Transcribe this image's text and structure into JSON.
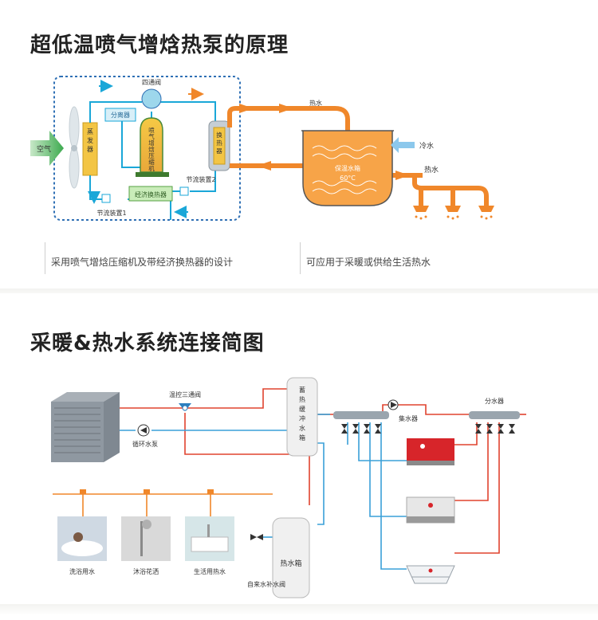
{
  "section1": {
    "title": "超低温喷气增焓热泵的原理",
    "labels": {
      "four_way_valve": "四通阀",
      "separator": "分离器",
      "compressor": "喷\n气\n增\n焓\n压\n缩\n机",
      "evaporator": "蒸\n发\n器",
      "air": "空气",
      "economizer": "经济换热器",
      "throttle1": "节流装置1",
      "throttle2": "节流装置2",
      "exchanger": "换\n热\n器",
      "hot_water_top": "热水",
      "cold_water": "冷水",
      "hot_water_right": "热水",
      "tank": "保温水箱",
      "temp": "60°C"
    },
    "caption_left": "采用喷气增焓压缩机及带经济换热器的设计",
    "caption_right": "可应用于采暖或供给生活热水"
  },
  "section2": {
    "title": "采暖&热水系统连接简图",
    "labels": {
      "three_way_valve": "温控三通阀",
      "pump": "循环水泵",
      "buffer_tank": "蓄\n热\n缓\n冲\n水\n箱",
      "collector": "集水器",
      "distributor": "分水器",
      "hot_water_tank": "热水箱",
      "make_up_valve": "自来水补水阀",
      "use_bath": "洗浴用水",
      "use_shower": "沐浴花洒",
      "use_life": "生活用热水"
    }
  },
  "colors": {
    "dashed_border": "#2e6fb4",
    "refrigerant": "#1aa7d8",
    "hot_pipe": "#e0432f",
    "orange": "#f0872a",
    "tank_fill": "#f7a448",
    "cold_arrow": "#8cc8ec"
  }
}
